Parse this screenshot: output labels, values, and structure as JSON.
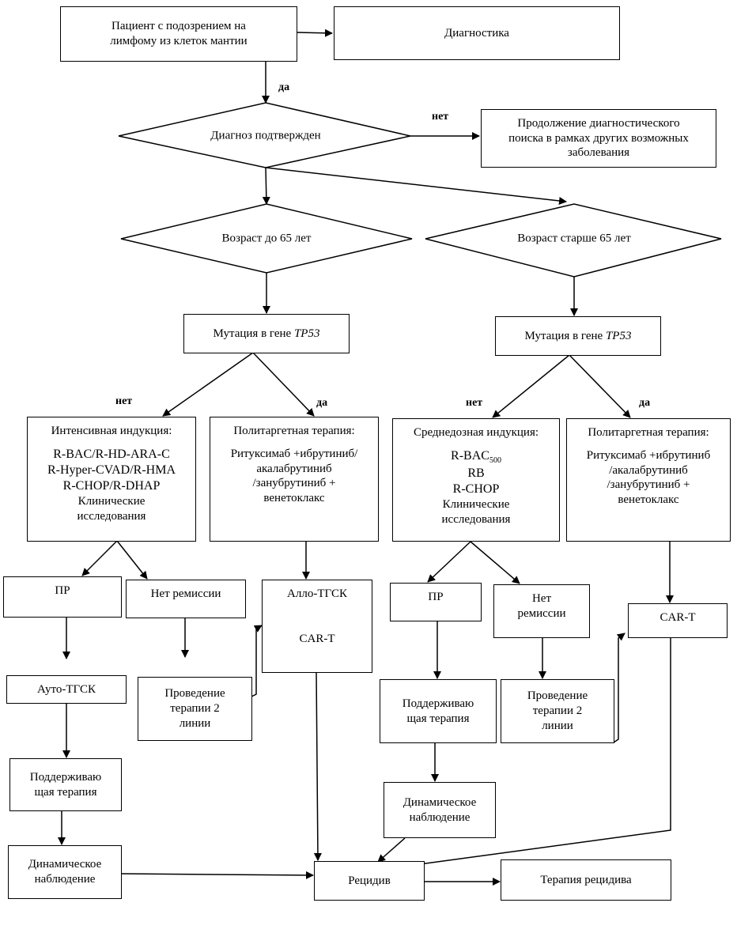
{
  "nodes": {
    "patient": [
      "Пациент с подозрением на",
      "лимфому из клеток мантии"
    ],
    "diagnostics": "Диагностика",
    "confirmed": "Диагноз подтвержден",
    "continue": [
      "Продолжение диагностического",
      "поиска в рамках других возможных",
      "заболевания"
    ],
    "age_under": "Возраст до 65 лет",
    "age_over": "Возраст старше 65 лет",
    "mut_left": {
      "prefix": "Мутация в гене ",
      "gene": "TP53"
    },
    "mut_right": {
      "prefix": "Мутация в гене ",
      "gene": "TP53"
    },
    "intensive": {
      "title": "Интенсивная индукция:",
      "lines": [
        "R-BAC/R-HD-ARA-C",
        "R-Hyper-CVAD/R-HMA",
        "R-CHOP/R-DHAP",
        "Клинические",
        "исследования"
      ]
    },
    "multi_left": {
      "title": "Политаргетная терапия:",
      "lines": [
        "Ритуксимаб +ибрутиниб/",
        "акалабрутиниб",
        "/занубрутиниб +",
        "венетоклакс"
      ]
    },
    "medium": {
      "title": "Среднедозная индукция:",
      "bac": "R-BAC",
      "bac_sub": "500",
      "lines": [
        "RB",
        "R-CHOP",
        "Клинические",
        "исследования"
      ]
    },
    "multi_right": {
      "title": "Политаргетная терапия:",
      "lines": [
        "Ритуксимаб +ибрутиниб",
        "/акалабрутиниб",
        "/занубрутиниб +",
        "венетоклакс"
      ]
    },
    "pr_left": "ПР",
    "noremission_left": "Нет ремиссии",
    "allo": [
      "Алло-ТГСК",
      "CAR-T"
    ],
    "pr_right": "ПР",
    "noremission_right": [
      "Нет",
      "ремиссии"
    ],
    "cart_right": "CAR-T",
    "auto": "Ауто-ТГСК",
    "second_left": [
      "Проведение",
      "терапии 2",
      "линии"
    ],
    "maint_right": [
      "Поддерживаю",
      "щая терапия"
    ],
    "second_right": [
      "Проведение",
      "терапии 2",
      "линии"
    ],
    "maint_left": [
      "Поддерживаю",
      "щая терапия"
    ],
    "observe_right": [
      "Динамическое",
      "наблюдение"
    ],
    "observe_left": [
      "Динамическое",
      "наблюдение"
    ],
    "relapse": "Рецидив",
    "relapse_therapy": "Терапия рецидива"
  },
  "labels": {
    "yes_main": "да",
    "no_main": "нет",
    "no_left": "нет",
    "yes_left": "да",
    "no_right": "нет",
    "yes_right": "да"
  }
}
